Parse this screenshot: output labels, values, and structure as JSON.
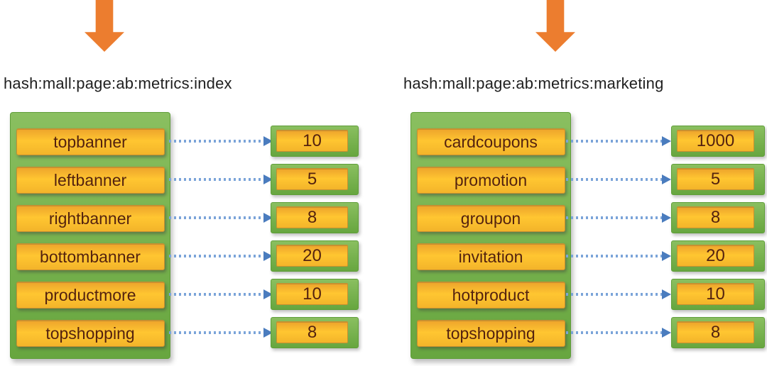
{
  "groups": [
    {
      "key": "hash:mall:page:ab:metrics:index",
      "entries": [
        {
          "field": "topbanner",
          "value": "10"
        },
        {
          "field": "leftbanner",
          "value": "5"
        },
        {
          "field": "rightbanner",
          "value": "8"
        },
        {
          "field": "bottombanner",
          "value": "20"
        },
        {
          "field": "productmore",
          "value": "10"
        },
        {
          "field": "topshopping",
          "value": "8"
        }
      ]
    },
    {
      "key": "hash:mall:page:ab:metrics:marketing",
      "entries": [
        {
          "field": "cardcoupons",
          "value": "1000"
        },
        {
          "field": "promotion",
          "value": "5"
        },
        {
          "field": "groupon",
          "value": "8"
        },
        {
          "field": "invitation",
          "value": "20"
        },
        {
          "field": "hotproduct",
          "value": "10"
        },
        {
          "field": "topshopping",
          "value": "8"
        }
      ]
    }
  ],
  "colors": {
    "panel-green-top": "#8abf60",
    "panel-green-bottom": "#67a63f",
    "panel-border": "#5f9e39",
    "box-yellow-top": "#eea62c",
    "box-yellow-mid": "#ffc631",
    "box-yellow-bottom": "#f3b42a",
    "box-border": "#c89030",
    "box-text": "#54220f",
    "arrow-orange": "#ec7d2f",
    "connector-blue": "#7ba4d9",
    "connector-head-blue": "#4a7cbe",
    "title-text": "#1f1f1f"
  }
}
